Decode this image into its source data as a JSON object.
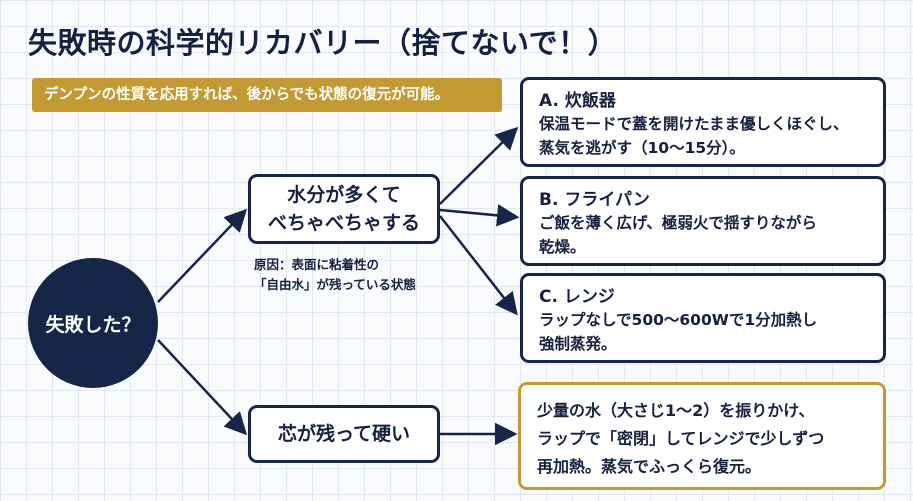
{
  "title": "失敗時の科学的リカバリー（捨てないで！）",
  "subtitle": "デンプンの性質を応用すれば、後からでも状態の復元が可能。",
  "start_node": "失敗した？",
  "branches": [
    {
      "label_lines": [
        "水分が多くて",
        "べちゃべちゃする"
      ],
      "note_lines": [
        "原因：表面に粘着性の",
        "「自由水」が残っている状態"
      ]
    },
    {
      "label_lines": [
        "芯が残って硬い"
      ]
    }
  ],
  "methods": [
    {
      "head": "A. 炊飯器",
      "body_lines": [
        "保温モードで蓋を開けたまま優しくほぐし、",
        "蒸気を逃がす（10〜15分）。"
      ]
    },
    {
      "head": "B. フライパン",
      "body_lines": [
        "ご飯を薄く広げ、極弱火で揺すりながら",
        "乾燥。"
      ]
    },
    {
      "head": "C. レンジ",
      "body_lines": [
        "ラップなしで500〜600Wで1分加熱し",
        "強制蒸発。"
      ]
    }
  ],
  "remedy_lines": [
    "少量の水（大さじ1〜2）を振りかけ、",
    "ラップで「密閉」してレンジで少しずつ",
    "再加熱。蒸気でふっくら復元。"
  ],
  "colors": {
    "navy": "#152648",
    "gold": "#c39a34"
  }
}
